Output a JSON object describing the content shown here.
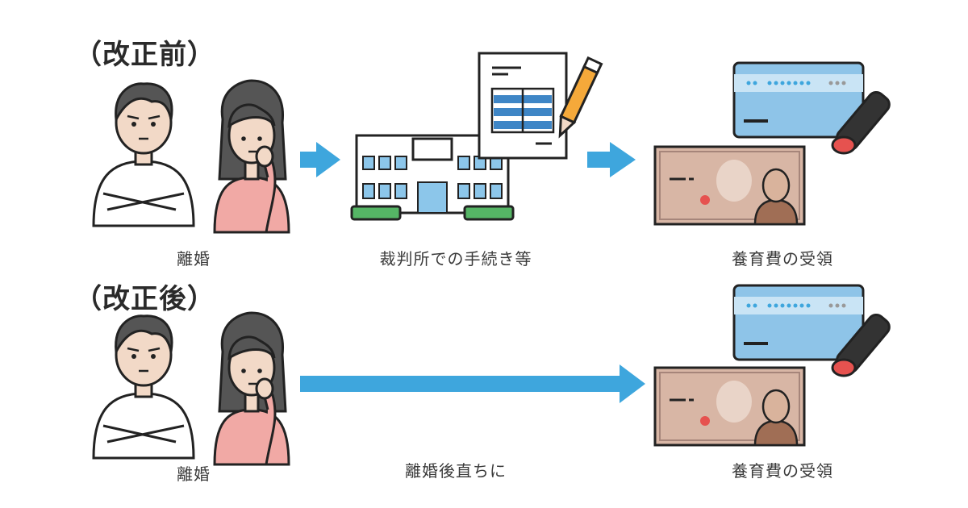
{
  "before": {
    "title": "（改正前）",
    "labels": {
      "divorce": "離婚",
      "procedure": "裁判所での手続き等",
      "receipt": "養育費の受領"
    }
  },
  "after": {
    "title": "（改正後）",
    "labels": {
      "divorce": "離婚",
      "immediate": "離婚後直ちに",
      "receipt": "養育費の受領"
    }
  },
  "colors": {
    "arrow": "#3ea6dd",
    "skin": "#f2d9c7",
    "hair": "#555555",
    "woman_top": "#f1a9a5",
    "card": "#8ec4e8",
    "banknote": "#d8b6a5",
    "seal": "#e6524f",
    "court_window": "#8cc6ea",
    "court_green": "#55b565",
    "form_table": "#3f86c6",
    "pencil": "#f5a93a"
  },
  "icons": [
    "man-arms-crossed-icon",
    "woman-worried-icon",
    "court-building-icon",
    "document-form-icon",
    "pencil-icon",
    "bank-card-icon",
    "seal-stamp-icon",
    "banknote-icon",
    "right-arrow-icon"
  ]
}
